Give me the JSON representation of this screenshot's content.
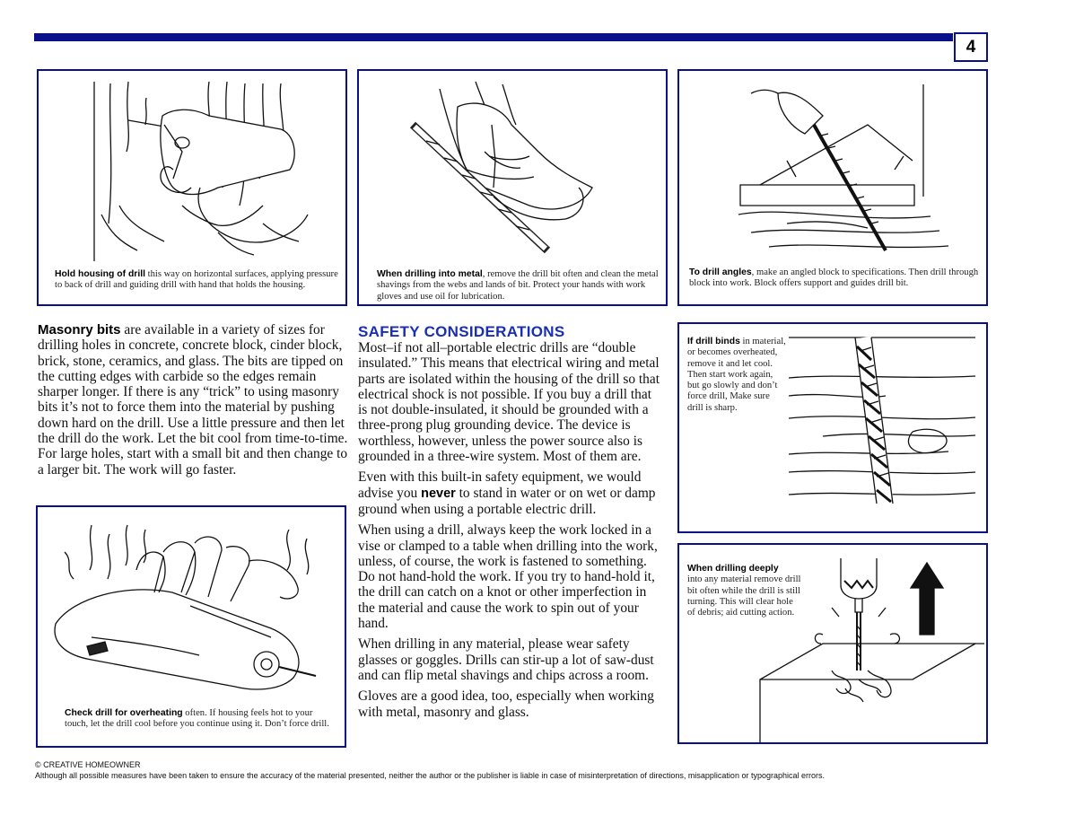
{
  "page": {
    "number": "4"
  },
  "captions": {
    "housing_lead": "Hold housing of drill",
    "housing_text": " this way on horizontal surfaces, applying pressure to back of drill and guiding drill with hand that holds the housing.",
    "metal_lead": "When drilling into metal",
    "metal_text": ", remove the drill bit often and clean the metal shavings from the webs and lands of bit.  Protect your hands with work gloves and use oil for lubrication.",
    "angles_lead": "To drill angles",
    "angles_text": ", make an angled block to specifications.  Then drill through block into work.  Block offers support and guides drill bit.",
    "binds_lead": "If drill binds",
    "binds_text": " in material, or becomes overheated, remove it and let cool.  Then start work again, but go slowly and don’t force drill,  Make sure drill is sharp.",
    "deeply_lead": "When drilling deeply",
    "deeply_text": "into any material remove drill bit often while the drill is still turning.  This will clear hole of debris; aid cutting action.",
    "overheat_lead": "Check drill for overheating",
    "overheat_text": " often.  If housing feels hot to your touch, let the drill cool before you continue using it.  Don’t force drill."
  },
  "masonry": {
    "lead": "Masonry bits",
    "text": " are available in a variety of sizes for drilling holes in concrete, concrete block, cinder block, brick, stone, ceramics, and glass.  The bits are tipped on the cutting edges with carbide so the edges remain sharper longer.  If there is any “trick” to using masonry bits it’s not to force them into the material by pushing down hard on the drill.  Use a little pressure and then let the drill do the work.  Let the bit cool from time-to-time.  For large holes, start with a small bit and then change to a larger bit.  The work will go faster."
  },
  "safety": {
    "heading": "SAFETY CONSIDERATIONS",
    "p1": "Most–if not all–portable electric drills are “double insulated.”  This means that electrical wiring and metal parts are isolated within the housing of the drill so that electrical shock is not possible.  If you buy a drill that is not double-insulated, it should be grounded with a three-prong plug grounding device.  The device is worthless, however, unless the power source also is grounded in a three-wire system.  Most of them are.",
    "p2_a": "Even with this built-in safety equipment, we would advise you ",
    "p2_never": "never",
    "p2_b": " to stand in water or on wet or damp ground when using a portable electric drill.",
    "p3": "When using a drill, always keep the work locked in a vise or clamped to a table when drilling into the work, unless, of course, the work is fastened to something.  Do not hand-hold the work.  If you try to hand-hold it, the drill can catch on a knot or other imperfection in the material and cause the work to spin out of your hand.",
    "p4": "When drilling in any material, please wear safety glasses or goggles.  Drills can stir-up a lot of saw-dust and can flip metal shavings and chips across a room.",
    "p5": "Gloves are a good idea, too, especially when working with metal, masonry and glass."
  },
  "footer": {
    "copyright": "© CREATIVE HOMEOWNER",
    "disclaimer": "Although all possible measures have been taken to ensure the accuracy of the material presented, neither the author or the publisher is liable in case of misinterpretation of directions, misapplication or typographical errors."
  },
  "colors": {
    "accent": "#0a0f8c",
    "heading": "#1a2fb0"
  },
  "icons": [
    "drill-on-wood-illustration",
    "gloved-hand-drill-bit-illustration",
    "angled-block-illustration",
    "drill-bit-binding-illustration",
    "deep-drilling-illustration",
    "drill-overheating-illustration"
  ]
}
